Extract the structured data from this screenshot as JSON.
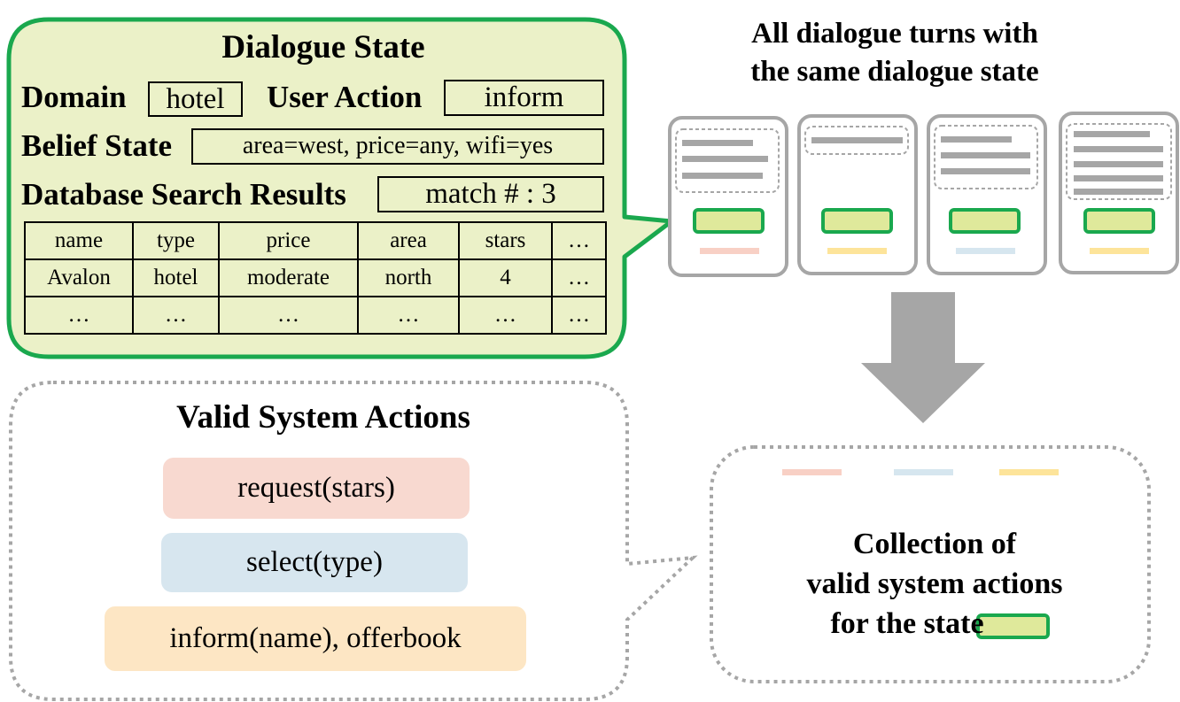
{
  "dialogue_state": {
    "title": "Dialogue State",
    "domain_label": "Domain",
    "domain_value": "hotel",
    "user_action_label": "User Action",
    "user_action_value": "inform",
    "belief_state_label": "Belief State",
    "belief_state_value": "area=west, price=any, wifi=yes",
    "db_results_label": "Database Search Results",
    "db_results_value": "match # : 3",
    "table": {
      "headers": [
        "name",
        "type",
        "price",
        "area",
        "stars",
        "…"
      ],
      "rows": [
        [
          "Avalon",
          "hotel",
          "moderate",
          "north",
          "4",
          "…"
        ],
        [
          "…",
          "…",
          "…",
          "…",
          "…",
          "…"
        ]
      ]
    }
  },
  "turns_caption": {
    "line1": "All dialogue turns with",
    "line2": "the same dialogue state"
  },
  "valid_actions": {
    "title": "Valid System Actions",
    "items": [
      {
        "label": "request(stars)",
        "color": "#f8d9d0"
      },
      {
        "label": "select(type)",
        "color": "#d7e6ef"
      },
      {
        "label": "inform(name), offerbook",
        "color": "#fde6c4"
      }
    ]
  },
  "collection": {
    "line1": "Collection of",
    "line2": "valid system actions",
    "line3": "for the state"
  },
  "colors": {
    "state_fill": "#ebf1c8",
    "state_border": "#1aa84e",
    "state_chip": "#dfe99b",
    "card_border": "#a6a6a6",
    "arrow": "#a6a6a6",
    "pink": "#f8d0c5",
    "blue": "#d6e6ef",
    "yellow": "#fde49a"
  }
}
